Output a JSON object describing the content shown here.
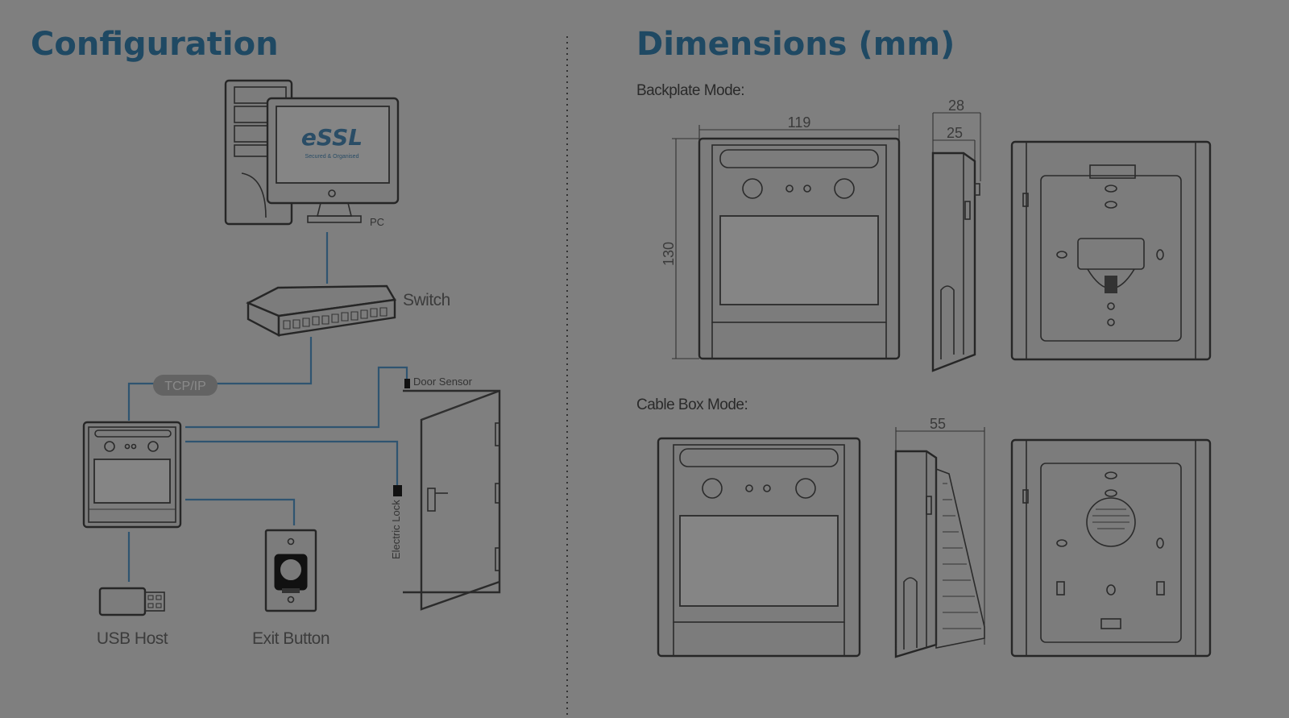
{
  "configuration": {
    "title": "Configuration",
    "pc_label": "PC",
    "monitor_brand": "eSSL",
    "monitor_tagline": "Secured & Organised",
    "switch_label": "Switch",
    "protocol_label": "TCP/IP",
    "door_sensor_label": "Door Sensor",
    "electric_lock_label": "Electric Lock",
    "usb_label": "USB Host",
    "exit_button_label": "Exit Button"
  },
  "dimensions": {
    "title": "Dimensions (mm)",
    "backplate": {
      "label": "Backplate Mode:",
      "width": "119",
      "height": "130",
      "depth_outer": "28",
      "depth_inner": "25"
    },
    "cablebox": {
      "label": "Cable Box Mode:",
      "depth": "55"
    }
  }
}
